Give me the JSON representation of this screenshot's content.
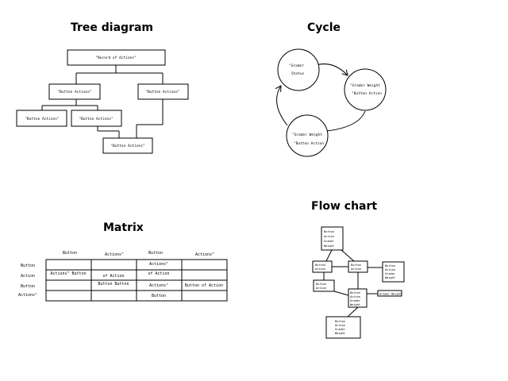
{
  "tree": {
    "title": "Tree diagram",
    "root": "\"Record of Actions\"",
    "left": "\"Button Actions\"",
    "right": "\"Button Actions\"",
    "leaf1": "\"Button Actions\"",
    "leaf2": "\"Button Actions\"",
    "bottom": "\"Button Actions\""
  },
  "cycle": {
    "title": "Cycle",
    "nodes": [
      [
        "\"Grader",
        "Status"
      ],
      [
        "\"Grader Weight",
        "\"Button Action"
      ],
      [
        "\"Grader Weight",
        "\"Button Action"
      ]
    ]
  },
  "matrix": {
    "title": "Matrix",
    "col_headers": [
      "Button",
      "Actions\"",
      "Button",
      "Actions\""
    ],
    "row_headers": [
      "Button",
      "Action",
      "Button",
      "Actions\""
    ],
    "cells": [
      [
        "",
        "",
        "Actions\"",
        ""
      ],
      [
        "Actions\" Button",
        "of Action",
        "of Action",
        ""
      ],
      [
        "",
        "Button Button",
        "Actions\"",
        "Button of Action"
      ],
      [
        "",
        "",
        "Button",
        ""
      ]
    ]
  },
  "flow": {
    "title": "Flow chart",
    "top": [
      "Button",
      "Action",
      "Grader",
      "Weight"
    ],
    "mid_left": [
      "Button",
      "Action"
    ],
    "mid_center": [
      "Button",
      "Action"
    ],
    "right": [
      "Button",
      "Action",
      "Grader",
      "Weight"
    ],
    "lower_left": [
      "Button",
      "Action"
    ],
    "lower_center": [
      "Button",
      "Action",
      "Grader",
      "Weight"
    ],
    "side_label": "Grader Weight",
    "bottom": [
      "Button",
      "Action",
      "Grader",
      "Weight"
    ]
  }
}
